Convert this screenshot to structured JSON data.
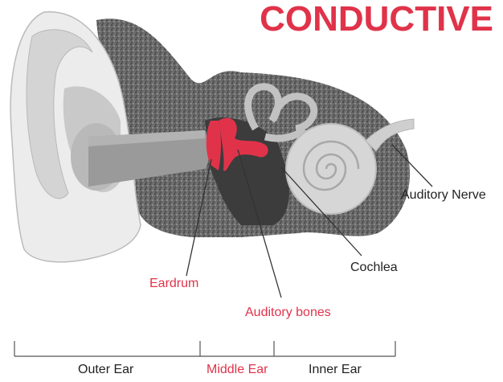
{
  "title": "CONDUCTIVE",
  "colors": {
    "accent": "#e0334a",
    "text": "#222222",
    "ear_light": "#ececec",
    "ear_mid": "#cfcfcf",
    "canal": "#9a9a9a",
    "speckle": "#5a5a5a",
    "cavity": "#3c3c3c"
  },
  "labels": {
    "auditory_nerve": "Auditory Nerve",
    "cochlea": "Cochlea",
    "eardrum": "Eardrum",
    "auditory_bones": "Auditory bones"
  },
  "sections": {
    "outer": "Outer Ear",
    "middle": "Middle Ear",
    "inner": "Inner Ear"
  }
}
